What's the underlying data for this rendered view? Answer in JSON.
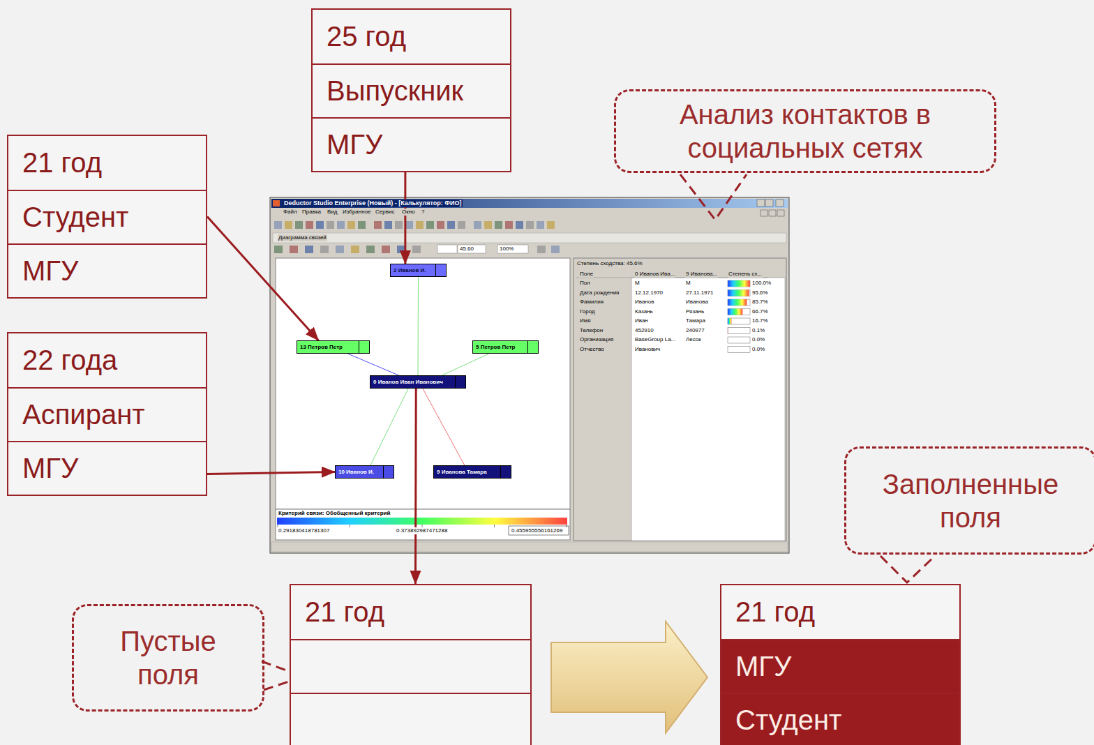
{
  "diagram": {
    "nodes": [
      {
        "text": [
          "25 год",
          "Выпускник",
          "МГУ"
        ]
      },
      {
        "text": [
          "Анализ контактов в социальных сетях"
        ]
      },
      {
        "text": [
          "21 год",
          "Студент",
          "МГУ"
        ]
      },
      {
        "text": [
          "22 года",
          "Аспирант",
          "МГУ"
        ]
      },
      {
        "text": [
          "Deductor Studio Enterprise (Новый) - [Калькулятор: ФИО]"
        ]
      },
      {
        "text": [
          "2 Иванов И."
        ],
        "in": 4
      },
      {
        "text": [
          "13 Петров Петр"
        ],
        "in": 4
      },
      {
        "text": [
          "5 Петров Петр"
        ],
        "in": 4
      },
      {
        "text": [
          "0 Иванов Иван Иванович"
        ],
        "in": 4
      },
      {
        "text": [
          "10 Иванов И."
        ],
        "in": 4
      },
      {
        "text": [
          "9 Иванова Тамара"
        ],
        "in": 4
      },
      {
        "text": [
          "Заполненные поля"
        ]
      },
      {
        "text": [
          "Пустые поля"
        ]
      },
      {
        "text": [
          "21 год"
        ]
      },
      {
        "text": [
          "21 год",
          "МГУ",
          "Студент"
        ]
      }
    ],
    "edges": [
      {
        "from": 0,
        "to": 5,
        "arrow": "to"
      },
      {
        "from": 2,
        "to": 6,
        "arrow": "to"
      },
      {
        "from": 3,
        "to": 9,
        "arrow": "to"
      },
      {
        "from": 8,
        "to": 13,
        "arrow": "to"
      },
      {
        "from": 8,
        "to": 5,
        "arrow": "none"
      },
      {
        "from": 8,
        "to": 6,
        "arrow": "none"
      },
      {
        "from": 8,
        "to": 7,
        "arrow": "none"
      },
      {
        "from": 8,
        "to": 9,
        "arrow": "none"
      },
      {
        "from": 8,
        "to": 10,
        "arrow": "none"
      },
      {
        "from": 13,
        "to": 14,
        "arrow": "to"
      }
    ],
    "labels": [
      "Файл",
      "Правка",
      "Вид",
      "Избранное",
      "Сервис",
      "Окно",
      "?",
      "Диаграмма связей",
      "45.60",
      "100%",
      "Степень сходства: 45.6%",
      "Поле",
      "0 Иванов Ива...",
      "9 Иванова...",
      "Степень сх...",
      "Пол",
      "М",
      "М",
      "100.0%",
      "Дата рождения",
      "12.12.1970",
      "27.11.1971",
      "95.6%",
      "Фамилия",
      "Иванов",
      "Иванова",
      "85.7%",
      "Город",
      "Казань",
      "Рязань",
      "66.7%",
      "Имя",
      "Иван",
      "Тамара",
      "16.7%",
      "Телефон",
      "452910",
      "240977",
      "0.1%",
      "Организация",
      "BaseGroup La...",
      "Лесок",
      "0.0%",
      "Отчество",
      "Иванович",
      "0.0%",
      "Критерий связи: Обобщенный критерий",
      "0.291830418781307",
      "0.373892987471288",
      "0.455955556161269"
    ]
  }
}
